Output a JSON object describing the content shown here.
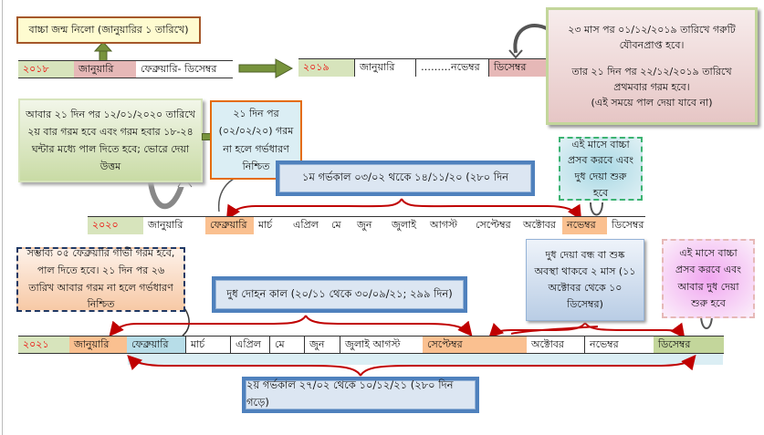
{
  "notes": {
    "calf_born": "বাচ্চা জন্ম নিলো (জানুয়ারির ১ তারিখে)",
    "puberty": [
      "২৩ মাস পর ০১/১২/২০১৯ তারিখে গরুটি",
      "যৌবনপ্রাপ্ত হবে।",
      "তার ২১ দিন পর ২২/১২/২০১৯ তারিখে",
      "প্রথমবার গরম হবে।",
      "(এই সময়ে পাল দেয়া যাবে না)"
    ],
    "second_heat": "আবার ২১ দিন পর ১২/০১/২০২০ তারিখে ২য় বার গরম হবে  এবং গরম হবার ১৮-২৪ ঘন্টার মধ্যে পাল দিতে হবে; ভোরে দেয়া উত্তম",
    "pregnancy_confirm_2020": "২১ দিন পর (০২/০২/২০) গরম না হলে গর্ভধারণ নিশ্চিত",
    "calving_2020": "এই মাসে বাচ্চা প্রসব করবে এবং দুধ দেয়া শুরু হবে",
    "heat_2021": "সম্ভাব্য ০৫ ফেব্রুয়ারি গাভী গরম হবে, পাল দিতে হবে। ২১ দিন পর ২৬ তারিখ আবার গরম না হলে গর্ভধারণ নিশ্চিত",
    "dry_period": "দুধ দেয়া বন্ধ বা শুষ্ক অবস্থা থাকবে ২ মাস (১১ অক্টোবর থেকে ১০ ডিসেম্বর)",
    "calving_2021": "এই মাসে বাচ্চা প্রসব করবে এবং আবার দুধ দেয়া শুরু হবে"
  },
  "banners": {
    "gestation1": "১ম গর্ভকাল ০৩/০২ থকেে ১৪/১১/২০ (২৮০ দিন",
    "lactation": "দুধ দোহন কাল (২০/১১ থেকে ৩০/০৯/২১; ২৯৯ দিন)",
    "gestation2": "২য় গর্ভকাল ২৭/০২ থেকে ১০/১২/২১ (২৮০ দিন গড়ে)"
  },
  "timeline_2018": [
    "২০১৮",
    "জানুয়ারি",
    "ফেব্রুয়ারি- ডিসেম্বর"
  ],
  "timeline_2019": [
    "২০১৯",
    "জানুয়ারি",
    "………নভেম্বর",
    "ডিসেম্বর"
  ],
  "timeline_2020": [
    "২০২০",
    "জানুয়ারি",
    "ফেব্রুয়ারি",
    "মার্চ",
    "এপ্রিল",
    "মে",
    "জুন",
    "জুলাই",
    "আগস্ট",
    "সেপ্টেম্বর",
    "অক্টোবর",
    "নভেম্বর",
    "ডিসেম্বর"
  ],
  "timeline_2021": [
    "২০২১",
    "জানুয়ারি",
    "ফেব্রুয়ারি",
    "মার্চ",
    "এপ্রিল",
    "মে",
    "জুন",
    "জুলাই   আগস্ট",
    "সেপ্টেম্বর",
    "অক্টোবর",
    "নভেম্বর",
    "ডিসেম্বর"
  ],
  "colors": {
    "year_green": "#d7e4bc",
    "pink": "#e6b8b7",
    "orange": "#fac090",
    "light_blue": "#b7dde8",
    "dec_green": "#c3d69b",
    "arrow_red": "#c00000",
    "arrow_green": "#77933c"
  }
}
